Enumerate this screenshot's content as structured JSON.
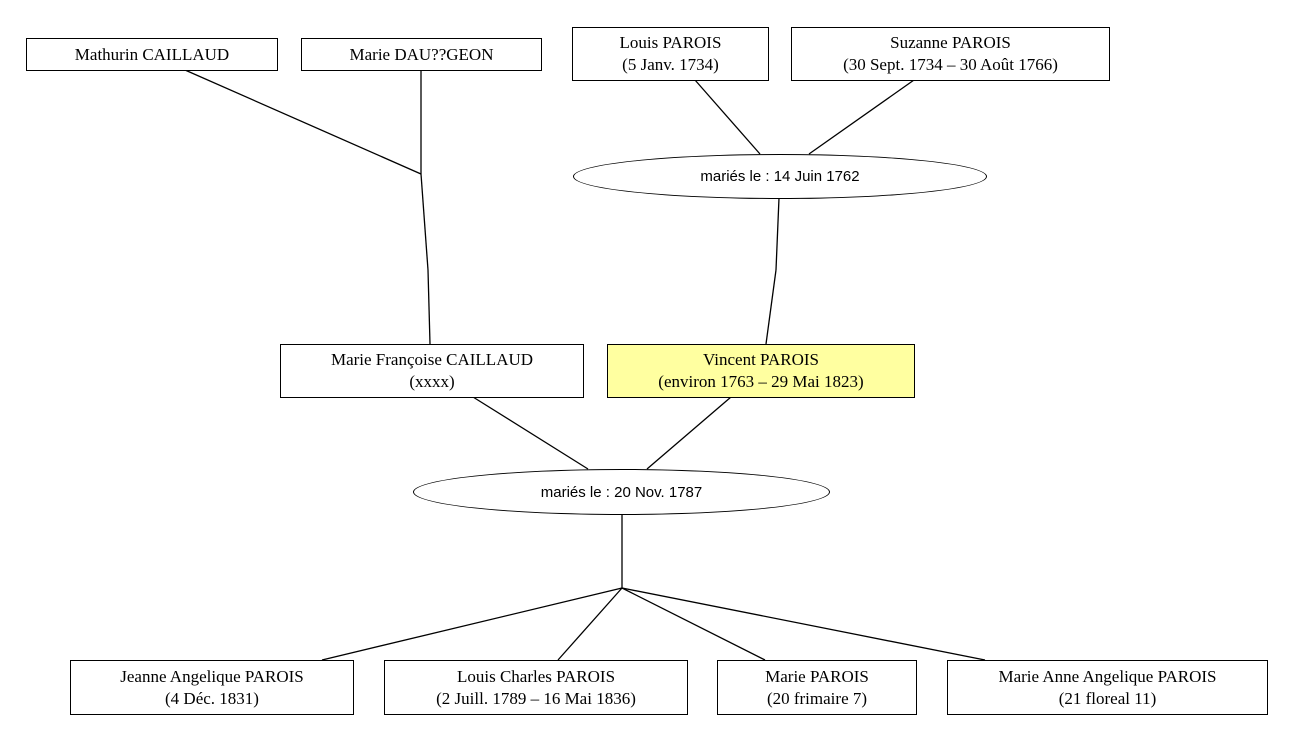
{
  "people": {
    "mathurin": {
      "name": "Mathurin CAILLAUD",
      "dates": ""
    },
    "marie_dau": {
      "name": "Marie DAU??GEON",
      "dates": ""
    },
    "louis": {
      "name": "Louis PAROIS",
      "dates": "(5 Janv. 1734)"
    },
    "suzanne": {
      "name": "Suzanne PAROIS",
      "dates": "(30 Sept. 1734 – 30 Août 1766)"
    },
    "marie_francoise": {
      "name": "Marie Françoise CAILLAUD",
      "dates": "(xxxx)"
    },
    "vincent": {
      "name": "Vincent PAROIS",
      "dates": "(environ 1763 – 29 Mai 1823)"
    },
    "jeanne": {
      "name": "Jeanne Angelique PAROIS",
      "dates": "(4 Déc. 1831)"
    },
    "louis_charles": {
      "name": "Louis Charles PAROIS",
      "dates": "(2 Juill. 1789 – 16 Mai 1836)"
    },
    "marie": {
      "name": "Marie PAROIS",
      "dates": "(20 frimaire 7)"
    },
    "marie_anne": {
      "name": "Marie Anne Angelique PAROIS",
      "dates": "(21 floreal 11)"
    }
  },
  "marriages": {
    "m1762": {
      "label": "mariés le : 14 Juin 1762"
    },
    "m1787": {
      "label": "mariés le : 20 Nov. 1787"
    }
  },
  "colors": {
    "highlight": "#ffffa0",
    "line": "#000000",
    "box_border": "#000000"
  }
}
